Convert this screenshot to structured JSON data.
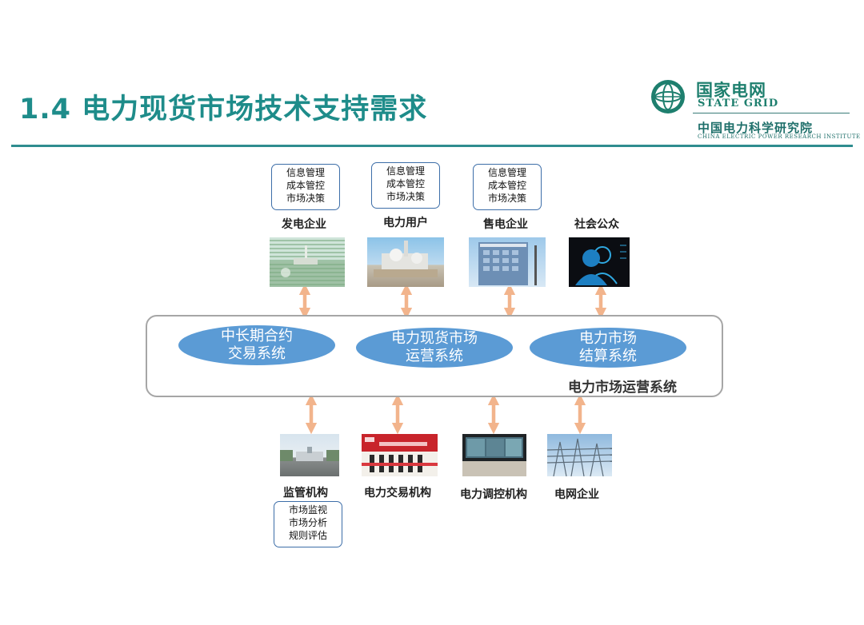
{
  "slide": {
    "title": "1.4 电力现货市场技术支持需求"
  },
  "logo": {
    "name_cn": "国家电网",
    "name_en": "STATE GRID",
    "institute_cn": "中国电力科学研究院",
    "institute_en": "CHINA ELECTRIC POWER RESEARCH INSTITUTE"
  },
  "top_entities": [
    {
      "label": "发电企业",
      "info": [
        "信息管理",
        "成本管控",
        "市场决策"
      ],
      "image": "power-plant-photo"
    },
    {
      "label": "电力用户",
      "info": [
        "信息管理",
        "成本管控",
        "市场决策"
      ],
      "image": "industrial-plant-photo"
    },
    {
      "label": "售电企业",
      "info": [
        "信息管理",
        "成本管控",
        "市场决策"
      ],
      "image": "office-building-photo"
    },
    {
      "label": "社会公众",
      "image": "public-people-icon"
    }
  ],
  "system": {
    "name": "电力市场运营系统",
    "subsystems": [
      {
        "line1": "中长期合约",
        "line2": "交易系统"
      },
      {
        "line1": "电力现货市场",
        "line2": "运营系统"
      },
      {
        "line1": "电力市场",
        "line2": "结算系统"
      }
    ]
  },
  "bottom_entities": [
    {
      "label": "监管机构",
      "info": [
        "市场监视",
        "市场分析",
        "规则评估"
      ],
      "image": "government-building-photo"
    },
    {
      "label": "电力交易机构",
      "image": "trading-center-ceremony-photo"
    },
    {
      "label": "电力调控机构",
      "image": "control-room-photo"
    },
    {
      "label": "电网企业",
      "image": "substation-photo"
    }
  ],
  "colors": {
    "title": "#1e8c8a",
    "accent_rule": "#2f8d8f",
    "ellipse": "#5b9bd5",
    "arrow": "#f2b48c",
    "info_border": "#3d6ea8"
  }
}
